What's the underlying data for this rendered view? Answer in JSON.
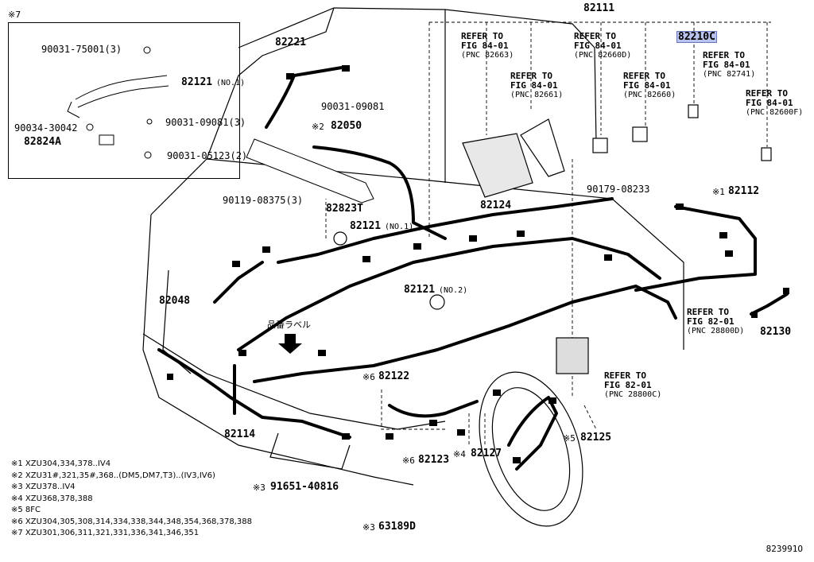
{
  "inset": {
    "mark": "※7",
    "labels": {
      "clip_a": "90031-75001(3)",
      "harness_no1": "82121",
      "harness_no1_suffix": "(NO.1)",
      "clamp_a": "90031-09081(3)",
      "grommet": "90034-30042",
      "connector": "82824A",
      "clip_b": "90031-05123(2)"
    }
  },
  "parts": {
    "p82111": "82111",
    "p82221": "82221",
    "p82210c": "82210C",
    "p9003109081": "90031-09081",
    "p82050": "82050",
    "p82050_mark": "※2",
    "p9011908375": "90119-08375(3)",
    "p82823t": "82823T",
    "p82121_no1": "82121",
    "p82121_no1_suffix": "(NO.1)",
    "p82124": "82124",
    "p9017908233": "90179-08233",
    "p82112": "82112",
    "p82112_mark": "※1",
    "p82048": "82048",
    "p82121_no2": "82121",
    "p82121_no2_suffix": "(NO.2)",
    "label_tag": "品番ラベル",
    "p82122": "82122",
    "p82122_mark": "※6",
    "p82130": "82130",
    "p82114": "82114",
    "p82125": "82125",
    "p82125_mark": "※5",
    "p82123": "82123",
    "p82123_mark": "※6",
    "p82127": "82127",
    "p82127_mark": "※4",
    "p9165140816": "91651-40816",
    "p9165140816_mark": "※3",
    "p63189d": "63189D",
    "p63189d_mark": "※3"
  },
  "refs": [
    {
      "line1": "REFER TO",
      "line2": "FIG 84-01",
      "pnc": "(PNC 82663)"
    },
    {
      "line1": "REFER TO",
      "line2": "FIG 84-01",
      "pnc": "(PNC 82660D)"
    },
    {
      "line1": "REFER TO",
      "line2": "FIG 84-01",
      "pnc": "(PNC 82661)"
    },
    {
      "line1": "REFER TO",
      "line2": "FIG 84-01",
      "pnc": "(PNC 82660)"
    },
    {
      "line1": "REFER TO",
      "line2": "FIG 84-01",
      "pnc": "(PNC 82741)"
    },
    {
      "line1": "REFER TO",
      "line2": "FIG 84-01",
      "pnc": "(PNC 82600F)"
    },
    {
      "line1": "REFER TO",
      "line2": "FIG 82-01",
      "pnc": "(PNC 28800D)"
    },
    {
      "line1": "REFER TO",
      "line2": "FIG 82-01",
      "pnc": "(PNC 28800C)"
    }
  ],
  "legend": [
    "※1 XZU304,334,378..IV4",
    "※2 XZU31#,321,35#,368..(DM5,DM7,T3)..(IV3,IV6)",
    "※3 XZU378..IV4",
    "※4 XZU368,378,388",
    "※5 8FC",
    "※6 XZU304,305,308,314,334,338,344,348,354,368,378,388",
    "※7 XZU301,306,311,321,331,336,341,346,351"
  ],
  "footer_id": "823991O"
}
